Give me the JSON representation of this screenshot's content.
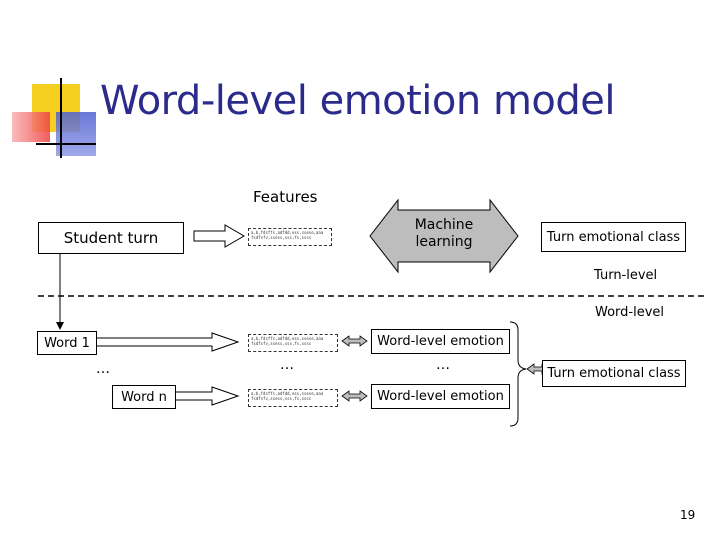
{
  "slide": {
    "title": "Word-level emotion model",
    "page_number": "19"
  },
  "diagram": {
    "features_label": "Features",
    "student_turn": "Student turn",
    "machine_learning": "Machine\nlearning",
    "turn_emotional_class_top": "Turn emotional class",
    "turn_level": "Turn-level",
    "word_level": "Word-level",
    "word1": "Word 1",
    "wordn": "Word n",
    "ellipsis": "…",
    "word_level_emotion_1": "Word-level emotion",
    "word_level_emotion_2": "Word-level emotion",
    "turn_emotional_class_bottom": "Turn emotional class",
    "feature_vector_text": "a,b,fdsffs,adfdd,ess,ssese,aaa fsdfsfv,ssess,sss,fs,ssss"
  },
  "colors": {
    "title": "#2b2b8c",
    "logo_yellow": "#f5d020",
    "logo_red": "#f04040",
    "logo_blue": "#5060d0",
    "ml_fill": "#bdbdbd"
  }
}
